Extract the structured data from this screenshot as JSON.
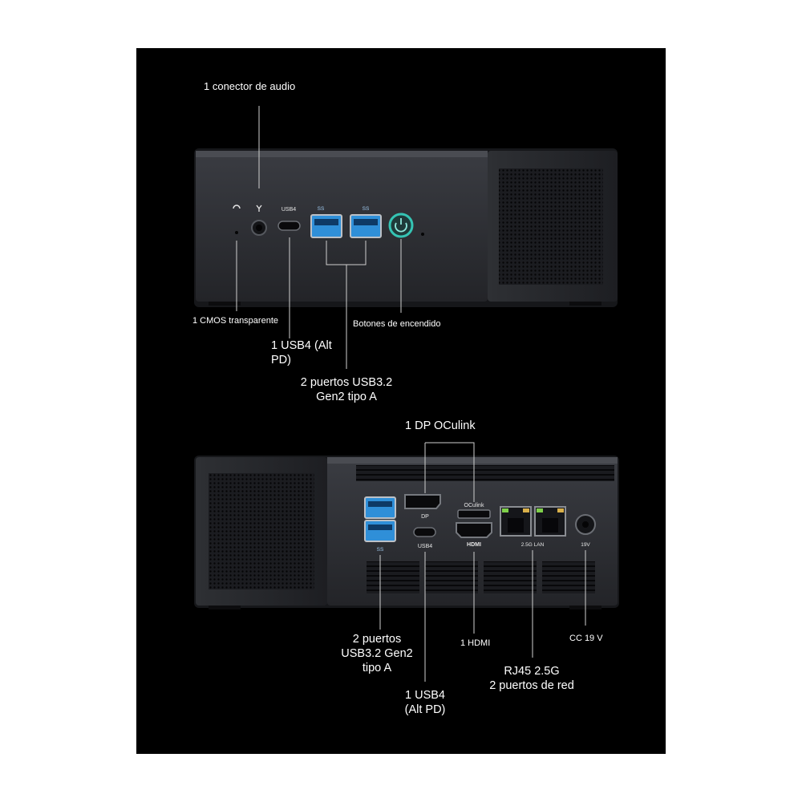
{
  "callouts": {
    "audio": "1 conector de audio",
    "cmos": "1 CMOS transparente",
    "power": "Botones de encendido",
    "usb4_front": "1 USB4 (Alt\nPD)",
    "usb32_front": "2 puertos USB3.2\nGen2 tipo A",
    "oculink": "1 DP OCulink",
    "usb32_rear": "2 puertos\nUSB3.2 Gen2\ntipo A",
    "hdmi": "1 HDMI",
    "dc": "CC 19 V",
    "rj45": "RJ45 2.5G\n2 puertos de red",
    "usb4_rear": "1 USB4\n(Alt PD)"
  },
  "port_markings": {
    "front_usb4": "USB4",
    "front_ss_a": "SS",
    "front_ss_b": "SS",
    "rear_dp": "DP",
    "rear_oculink": "OCulink",
    "rear_hdmi": "HDMI",
    "rear_usb4": "USB4",
    "rear_ss": "SS",
    "rear_lan": "2.5G LAN",
    "rear_dc": "19V"
  },
  "colors": {
    "background": "#000000",
    "chassis": "#2a2c31",
    "usb_blue": "#2f8fd8",
    "power_ring": "#35c4b4"
  }
}
